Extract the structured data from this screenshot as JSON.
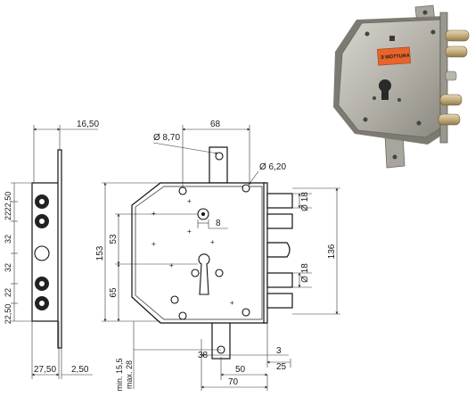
{
  "side_view": {
    "dims_top": [
      "16,50"
    ],
    "dims_bottom": [
      "27,50",
      "2,50"
    ],
    "dims_left": [
      "22,50",
      "22",
      "32",
      "32",
      "22",
      "22,50"
    ]
  },
  "front_view": {
    "dim_width_top": "68",
    "dim_hole_small": "Ø 8,70",
    "dim_hole_right": "Ø 6,20",
    "dim_height_total": "153",
    "dim_upper": "53",
    "dim_lower": "65",
    "dim_cyl_offset": "8",
    "dim_bolt_upper": "Ø 18",
    "dim_bolt_lower": "Ø 18",
    "dim_bolt_span": "136",
    "dim_min_max": [
      "min. 15,5",
      "max. 28"
    ],
    "dim_bottom_row1": [
      "38",
      "3"
    ],
    "dim_bottom_row2": [
      "50",
      "25"
    ],
    "dim_bottom_row3": [
      "70"
    ]
  },
  "photo": {
    "label_brand": "Ǝ MOTTURA",
    "colors": {
      "steel": "#b9b6ae",
      "steel_dark": "#7a776f",
      "brass": "#c9b48a",
      "label_orange": "#e7642a"
    }
  }
}
